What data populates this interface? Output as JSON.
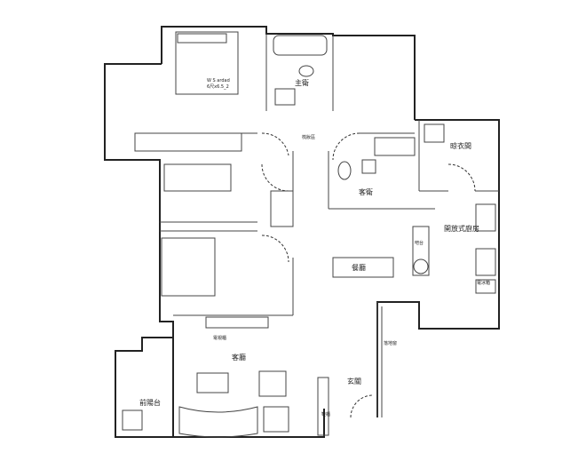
{
  "rooms": {
    "master_bath": "主衛",
    "dressing": "梳妝區",
    "guest_bath": "客衛",
    "laundry": "晾衣間",
    "kitchen": "開放式廚房",
    "bar": "吧台",
    "fridge": "電冰箱",
    "dining": "餐廳",
    "tv_cabinet": "電視櫃",
    "living": "客廳",
    "entrance": "玄關",
    "front_balcony": "前陽台",
    "shoe_cabinet": "鞋櫃",
    "window": "落地窗"
  },
  "bed_note": {
    "line1": "W S ardad",
    "line2": "6尺x6.5_2"
  }
}
